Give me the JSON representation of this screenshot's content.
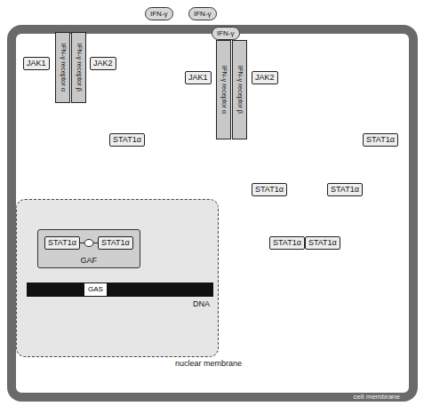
{
  "diagram": {
    "nodes": [
      {
        "text": [
          "IFN-γ"
        ]
      },
      {
        "text": [
          "IFN-γ"
        ]
      },
      {
        "text": [
          "cell membrane"
        ]
      },
      {
        "text": [
          "IFN-γ receptor α"
        ],
        "in": 2
      },
      {
        "text": [
          "IFN-γ receptor β"
        ],
        "in": 2
      },
      {
        "text": [
          "JAK1"
        ],
        "in": 2
      },
      {
        "text": [
          "JAK2"
        ],
        "in": 2
      },
      {
        "text": [
          "IFN-γ"
        ],
        "in": 2
      },
      {
        "text": [
          "IFN-γ receptor α"
        ],
        "in": 2
      },
      {
        "text": [
          "IFN-γ receptor β"
        ],
        "in": 2
      },
      {
        "text": [
          "JAK1"
        ],
        "in": 2
      },
      {
        "text": [
          "JAK2"
        ],
        "in": 2
      },
      {
        "text": [
          "STAT1α"
        ],
        "in": 2
      },
      {
        "text": [
          "STAT1α"
        ],
        "in": 2
      },
      {
        "text": [
          "STAT1α"
        ],
        "in": 2
      },
      {
        "text": [
          "STAT1α"
        ],
        "in": 2
      },
      {
        "text": [
          "STAT1α"
        ],
        "in": 2
      },
      {
        "text": [
          "STAT1α"
        ],
        "in": 2
      },
      {
        "text": [
          "nuclear membrane"
        ],
        "in": 2
      },
      {
        "text": [
          "GAF"
        ],
        "in": 18
      },
      {
        "text": [
          "STAT1α"
        ],
        "in": 19
      },
      {
        "text": [
          "STAT1α"
        ],
        "in": 19
      },
      {
        "text": [
          "DNA"
        ],
        "in": 18
      },
      {
        "text": [
          "GAS"
        ],
        "in": 22
      }
    ],
    "edges": [
      {
        "from": 4,
        "to": 8,
        "arrow": "to"
      },
      {
        "from": 10,
        "to": 12,
        "arrow": "to"
      },
      {
        "from": 11,
        "to": 13,
        "arrow": "to"
      },
      {
        "from": 12,
        "to": 14,
        "arrow": "to"
      },
      {
        "from": 13,
        "to": 15,
        "arrow": "to"
      },
      {
        "from": 14,
        "to": 16,
        "arrow": "to"
      },
      {
        "from": 15,
        "to": 17,
        "arrow": "to"
      },
      {
        "from": 16,
        "to": 19,
        "arrow": "to"
      }
    ]
  }
}
